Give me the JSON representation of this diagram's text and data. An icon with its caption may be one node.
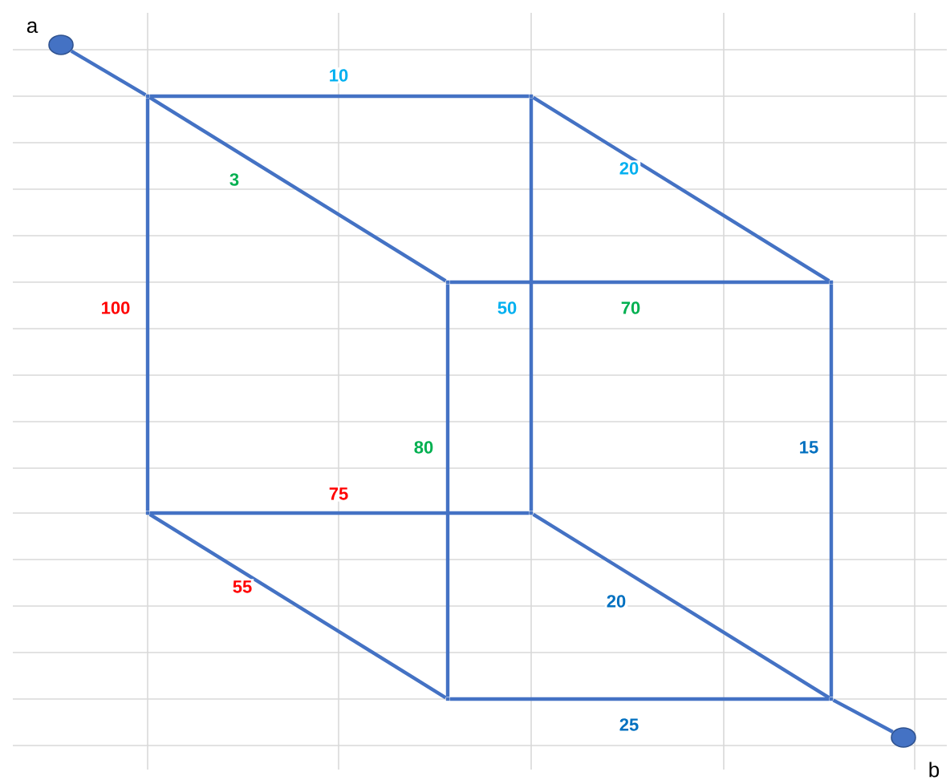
{
  "diagram": {
    "nodes": [
      {
        "text": [],
        "shape": "circle",
        "beside": [
          "a"
        ]
      },
      {
        "text": [],
        "shape": "point"
      },
      {
        "text": [],
        "shape": "point"
      },
      {
        "text": [],
        "shape": "point"
      },
      {
        "text": [],
        "shape": "point"
      },
      {
        "text": [],
        "shape": "point"
      },
      {
        "text": [],
        "shape": "point"
      },
      {
        "text": [],
        "shape": "point"
      },
      {
        "text": [],
        "shape": "point"
      },
      {
        "text": [],
        "shape": "circle",
        "beside": [
          "b"
        ]
      }
    ],
    "edges": [
      {
        "from": 0,
        "to": 1,
        "arrow": "none"
      },
      {
        "from": 1,
        "to": 3,
        "arrow": "none",
        "label": "3"
      },
      {
        "from": 1,
        "to": 2,
        "arrow": "none",
        "label": "10"
      },
      {
        "from": 2,
        "to": 4,
        "arrow": "none",
        "label": "20"
      },
      {
        "from": 1,
        "to": 5,
        "arrow": "none",
        "label": "100"
      },
      {
        "from": 2,
        "to": 6,
        "arrow": "none",
        "label": "50"
      },
      {
        "from": 3,
        "to": 4,
        "arrow": "none",
        "label": "70"
      },
      {
        "from": 3,
        "to": 7,
        "arrow": "none",
        "label": "80"
      },
      {
        "from": 4,
        "to": 8,
        "arrow": "none",
        "label": "15"
      },
      {
        "from": 5,
        "to": 6,
        "arrow": "none",
        "label": "75"
      },
      {
        "from": 5,
        "to": 7,
        "arrow": "none",
        "label": "55"
      },
      {
        "from": 6,
        "to": 8,
        "arrow": "none",
        "label": "20"
      },
      {
        "from": 7,
        "to": 8,
        "arrow": "none",
        "label": "25"
      },
      {
        "from": 8,
        "to": 9,
        "arrow": "none"
      }
    ]
  }
}
